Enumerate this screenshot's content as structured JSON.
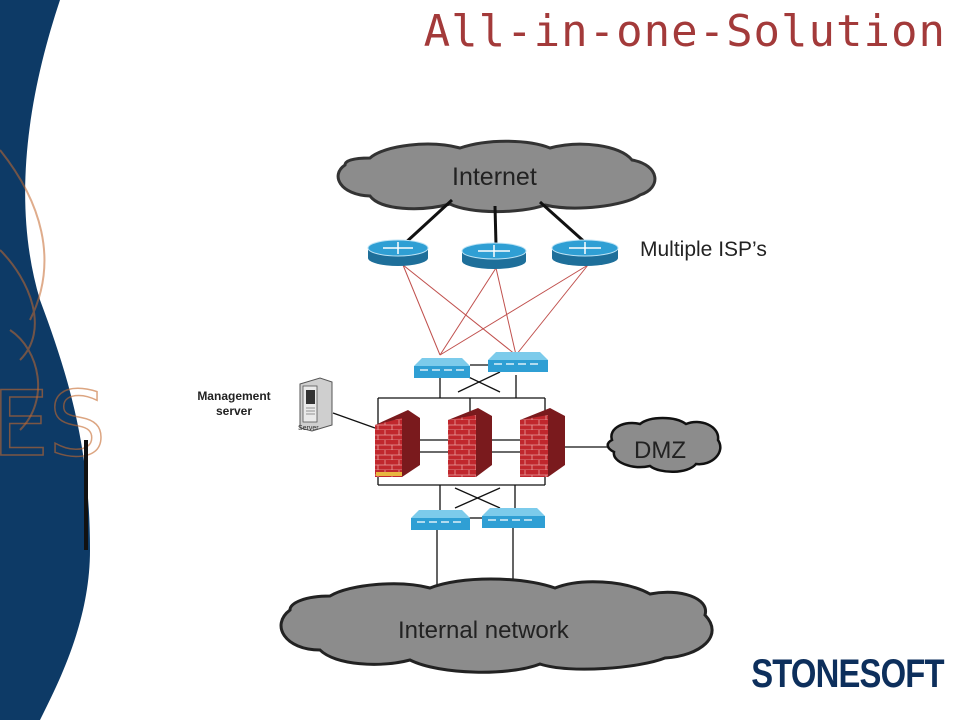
{
  "slide": {
    "title": "All-in-one-Solution",
    "logo_text": "STONESOFT"
  },
  "diagram": {
    "internet_label": "Internet",
    "isp_label": "Multiple ISP’s",
    "management_label": "Management server",
    "server_icon_label": "Server",
    "dmz_label": "DMZ",
    "internal_label": "Internal network"
  },
  "colors": {
    "title": "#a33a3a",
    "background_band": "#0d3a66",
    "router": "#2f9fd4",
    "firewall": "#c0272d",
    "isp_links": "#c0504d",
    "cloud": "#8c8c8c",
    "logo": "#0d2f5c"
  },
  "icons": [
    "router-icon",
    "switch-icon",
    "firewall-icon",
    "server-icon",
    "cloud-icon"
  ]
}
